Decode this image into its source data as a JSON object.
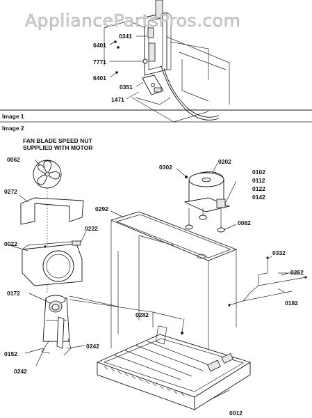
{
  "watermark": "AppliancePartsPros.com",
  "sections": {
    "image1": "Image 1",
    "image2": "Image 2"
  },
  "notes": {
    "fan_nut_line1": "FAN BLADE SPEED NUT",
    "fan_nut_line2": "SUPPLIED WITH MOTOR"
  },
  "parts": {
    "p0341": "0341",
    "p6401a": "6401",
    "p7771": "7771",
    "p6401b": "6401",
    "p0351": "0351",
    "p1471": "1471",
    "p0062": "0062",
    "p0272": "0272",
    "p0022": "0022",
    "p0222": "0222",
    "p0172": "0172",
    "p0152": "0152",
    "p0242a": "0242",
    "p0242b": "0242",
    "p0302": "0302",
    "p0202": "0202",
    "p0102": "0102",
    "p0112": "0112",
    "p0122": "0122",
    "p0142": "0142",
    "p0292": "0292",
    "p0082": "0082",
    "p0332": "0332",
    "p0252": "0252",
    "p0182": "0182",
    "p0282": "0282",
    "p0012": "0012"
  }
}
